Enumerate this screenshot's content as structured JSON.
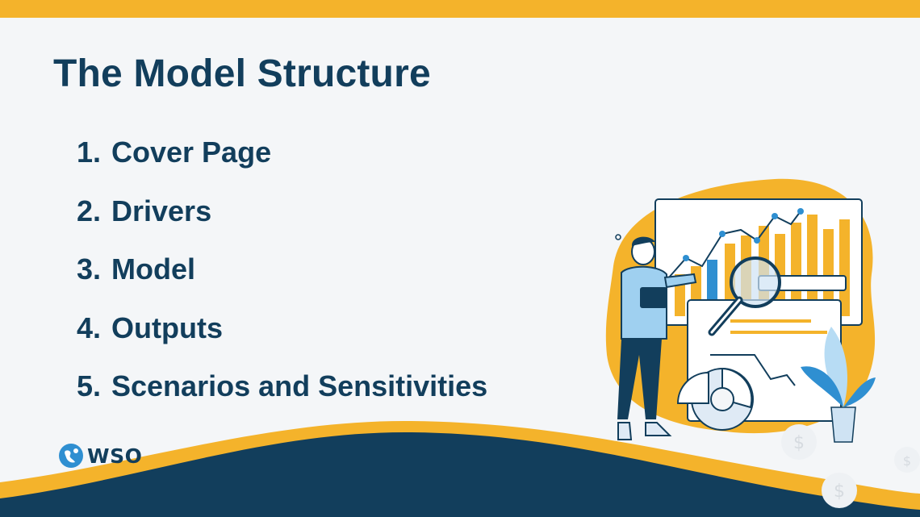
{
  "title": "The Model Structure",
  "items": [
    {
      "number": "1.",
      "label": "Cover Page"
    },
    {
      "number": "2.",
      "label": "Drivers"
    },
    {
      "number": "3.",
      "label": "Model"
    },
    {
      "number": "4.",
      "label": "Outputs"
    },
    {
      "number": "5.",
      "label": "Scenarios and Sensitivities"
    }
  ],
  "logo": {
    "text": "WSO",
    "icon": "globe-icon"
  },
  "colors": {
    "navy": "#123e5c",
    "yellow": "#f4b32b",
    "blue": "#2f8fd1",
    "background": "#f4f6f8"
  },
  "illustration": {
    "icons": [
      "person-icon",
      "tablet-icon",
      "magnifying-glass-icon",
      "bar-chart-icon",
      "line-chart-icon",
      "pie-chart-icon",
      "plant-icon",
      "dollar-coin-icon"
    ]
  }
}
